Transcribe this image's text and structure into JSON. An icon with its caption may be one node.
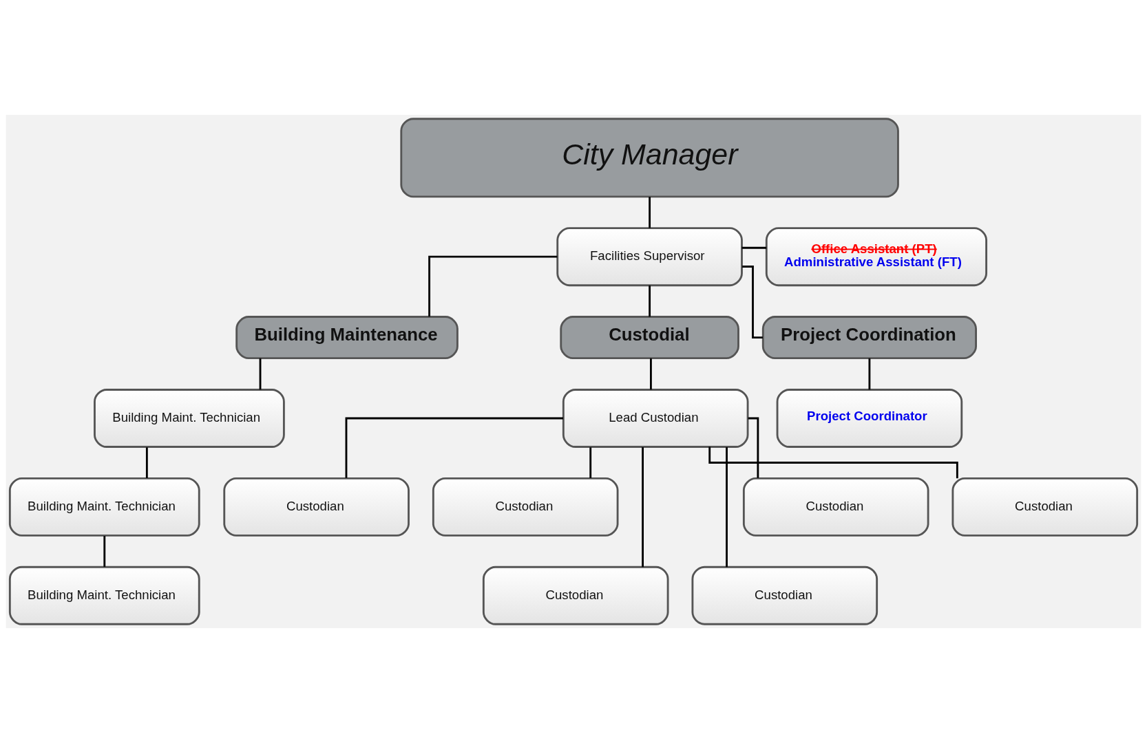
{
  "diagram": {
    "nodes": [
      {
        "text": [
          "City Manager"
        ]
      },
      {
        "text": [
          "Facilities Supervisor"
        ]
      },
      {
        "text": [
          "Office Assistant (PT)",
          "Administrative Assistant (FT)"
        ]
      },
      {
        "text": [
          "Building Maintenance"
        ]
      },
      {
        "text": [
          "Custodial"
        ]
      },
      {
        "text": [
          "Project Coordination"
        ]
      },
      {
        "text": [
          "Building Maint. Technician"
        ]
      },
      {
        "text": [
          "Building Maint. Technician"
        ]
      },
      {
        "text": [
          "Building Maint. Technician"
        ]
      },
      {
        "text": [
          "Lead Custodian"
        ]
      },
      {
        "text": [
          "Custodian"
        ]
      },
      {
        "text": [
          "Custodian"
        ]
      },
      {
        "text": [
          "Custodian"
        ]
      },
      {
        "text": [
          "Custodian"
        ]
      },
      {
        "text": [
          "Custodian"
        ]
      },
      {
        "text": [
          "Custodian"
        ]
      },
      {
        "text": [
          "Project Coordinator"
        ]
      }
    ],
    "edges": [
      {
        "from": 0,
        "to": 1,
        "arrow": "none"
      },
      {
        "from": 1,
        "to": 2,
        "arrow": "none"
      },
      {
        "from": 1,
        "to": 3,
        "arrow": "none"
      },
      {
        "from": 1,
        "to": 4,
        "arrow": "none"
      },
      {
        "from": 1,
        "to": 5,
        "arrow": "none"
      },
      {
        "from": 3,
        "to": 6,
        "arrow": "none"
      },
      {
        "from": 6,
        "to": 7,
        "arrow": "none"
      },
      {
        "from": 7,
        "to": 8,
        "arrow": "none"
      },
      {
        "from": 4,
        "to": 9,
        "arrow": "none"
      },
      {
        "from": 9,
        "to": 10,
        "arrow": "none"
      },
      {
        "from": 9,
        "to": 11,
        "arrow": "none"
      },
      {
        "from": 9,
        "to": 12,
        "arrow": "none"
      },
      {
        "from": 9,
        "to": 13,
        "arrow": "none"
      },
      {
        "from": 9,
        "to": 14,
        "arrow": "none"
      },
      {
        "from": 9,
        "to": 15,
        "arrow": "none"
      },
      {
        "from": 5,
        "to": 16,
        "arrow": "none"
      }
    ]
  }
}
